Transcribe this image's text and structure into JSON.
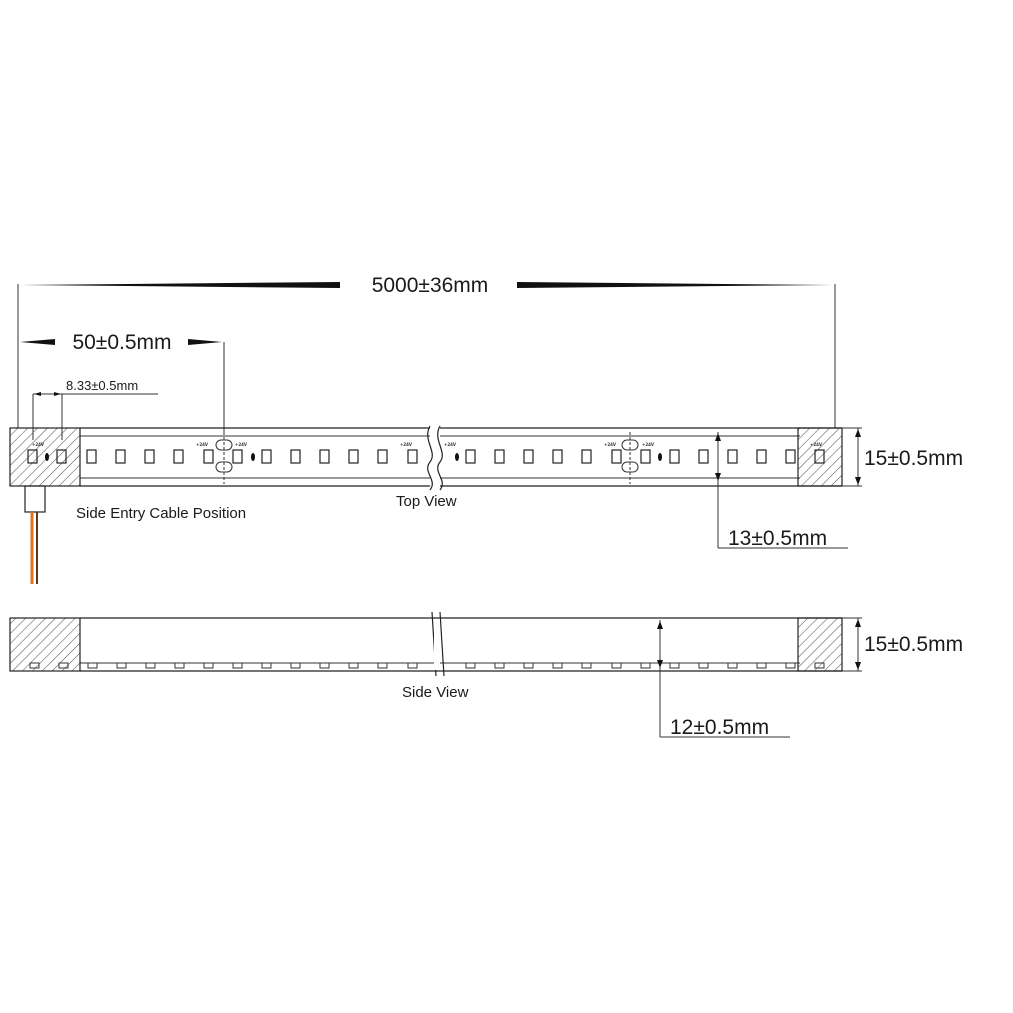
{
  "dimensions": {
    "total_length": "5000±36mm",
    "cut_length": "50±0.5mm",
    "led_pitch": "8.33±0.5mm",
    "top_width": "15±0.5mm",
    "top_inner_width": "13±0.5mm",
    "side_height": "15±0.5mm",
    "side_inner_height": "12±0.5mm"
  },
  "labels": {
    "side_entry": "Side Entry Cable Position",
    "top_view": "Top View",
    "side_view": "Side View",
    "polarity_marker": "+24V"
  },
  "colors": {
    "line": "#222222",
    "hatch": "#555555",
    "cable_orange": "#e0741c",
    "cable_dark": "#5a3a1a"
  }
}
